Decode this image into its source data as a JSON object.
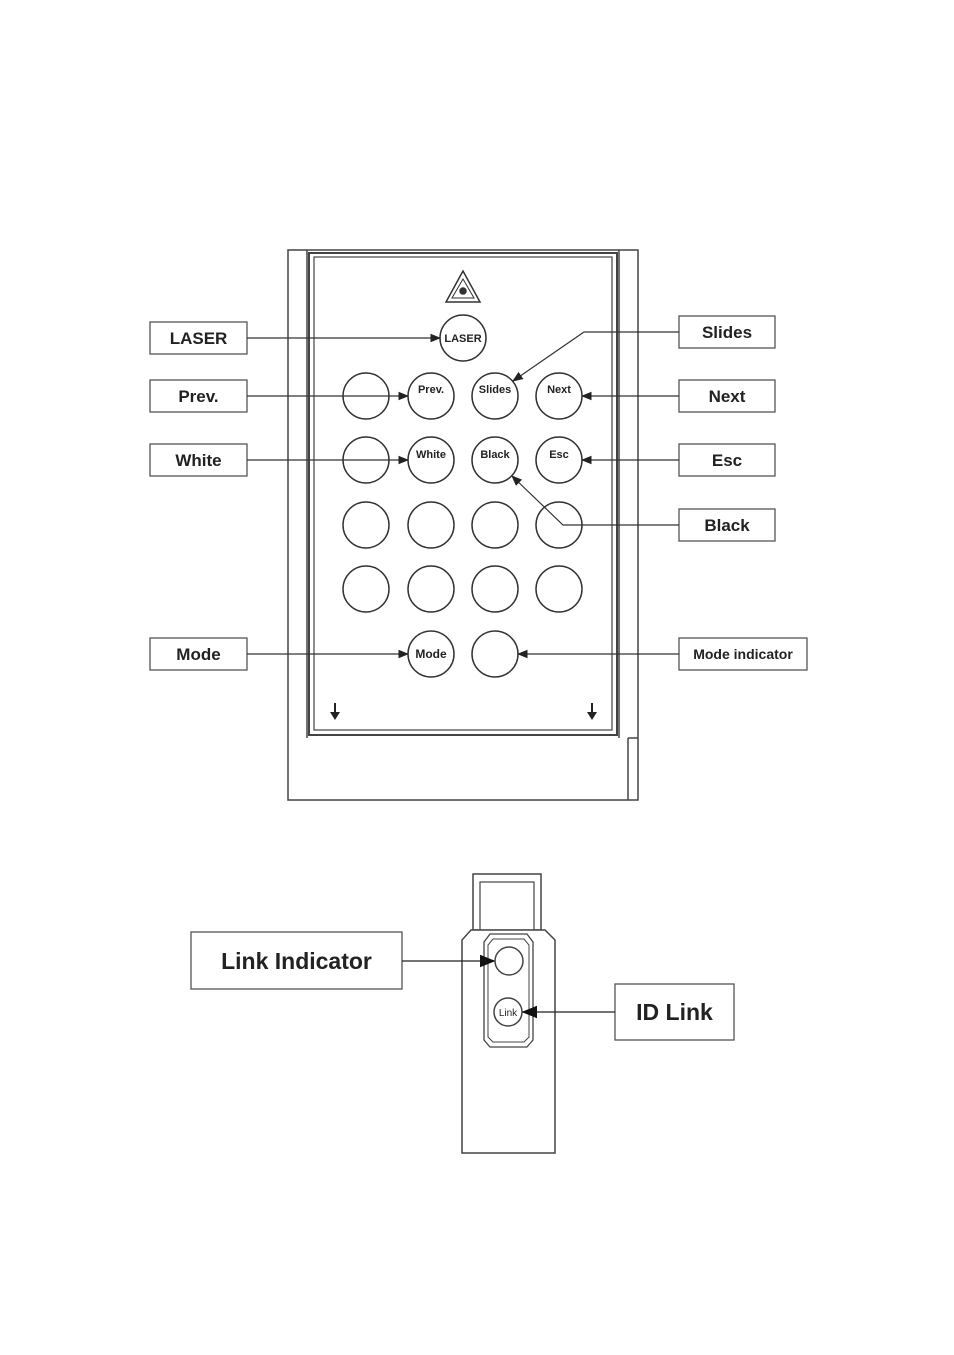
{
  "remote": {
    "callouts": {
      "laser": "LASER",
      "prev": "Prev.",
      "white": "White",
      "mode": "Mode",
      "slides": "Slides",
      "next": "Next",
      "esc": "Esc",
      "black": "Black",
      "mode_indicator": "Mode indicator"
    },
    "keys": {
      "laser": "LASER",
      "prev": "Prev.",
      "slides": "Slides",
      "next": "Next",
      "white": "White",
      "black": "Black",
      "esc": "Esc",
      "mode": "Mode"
    },
    "icons": [
      "laser-warning-icon",
      "arrow-down-icon"
    ]
  },
  "dongle": {
    "callouts": {
      "link_indicator": "Link Indicator",
      "id_link": "ID Link"
    },
    "keys": {
      "link": "Link"
    }
  },
  "colors": {
    "line": "#333333",
    "box_stroke": "#555555",
    "background": "#ffffff"
  }
}
